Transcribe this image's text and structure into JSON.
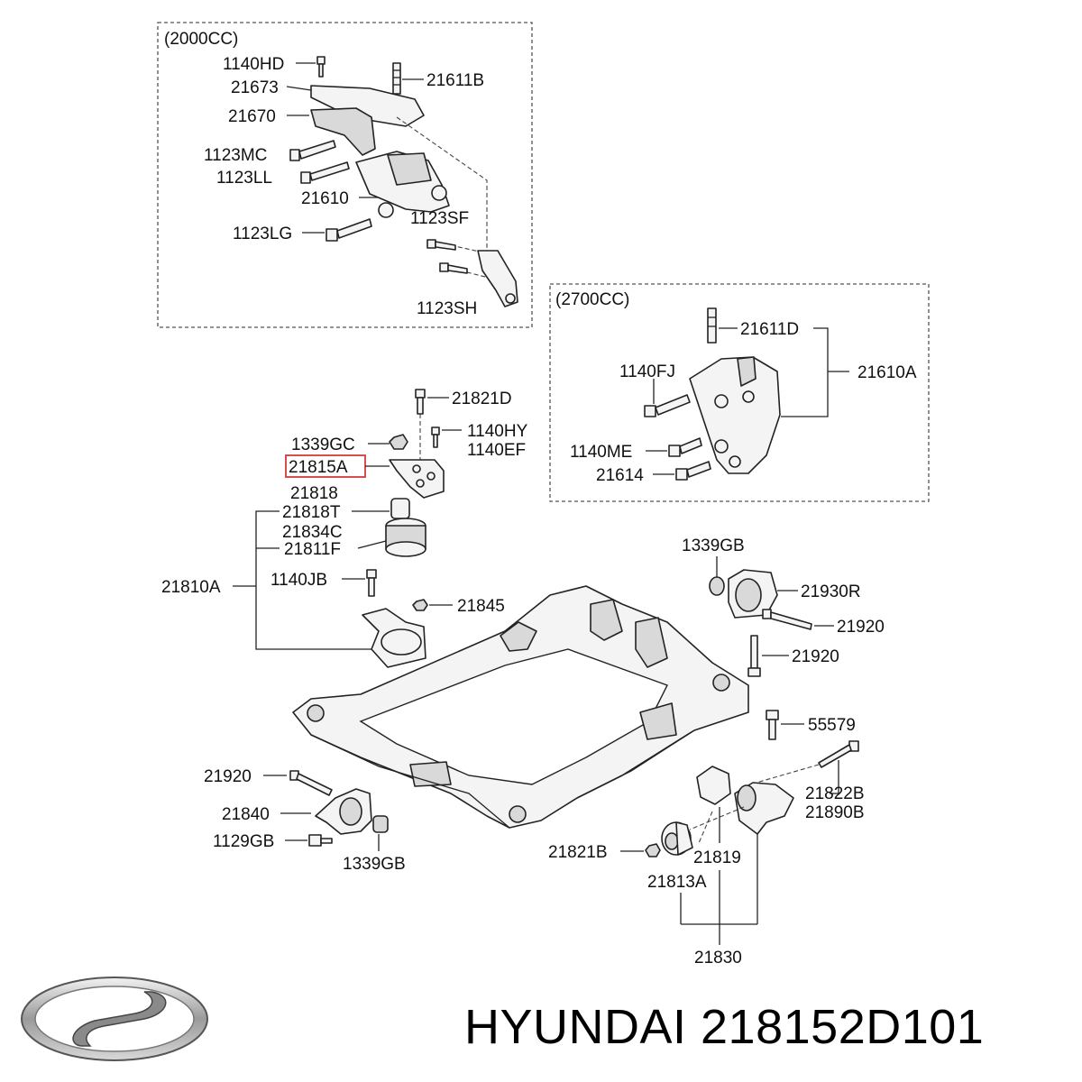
{
  "boxes": {
    "engine_2000": "(2000CC)",
    "engine_2700": "(2700CC)"
  },
  "labels": {
    "p1140HD": "1140HD",
    "p21611B": "21611B",
    "p21673": "21673",
    "p21670": "21670",
    "p1123MC": "1123MC",
    "p1123LL": "1123LL",
    "p21610": "21610",
    "p1123SF": "1123SF",
    "p1123LG": "1123LG",
    "p1123SH": "1123SH",
    "p21611D": "21611D",
    "p1140FJ": "1140FJ",
    "p21610A": "21610A",
    "p1140ME": "1140ME",
    "p21614": "21614",
    "p21821D": "21821D",
    "p1140HY": "1140HY",
    "p1339GC": "1339GC",
    "p1140EF": "1140EF",
    "p21815A": "21815A",
    "p21818": "21818",
    "p21818T": "21818T",
    "p21834C": "21834C",
    "p21811F": "21811F",
    "p21810A": "21810A",
    "p1140JB": "1140JB",
    "p21845": "21845",
    "p1339GB_r": "1339GB",
    "p21930R": "21930R",
    "p21920_a": "21920",
    "p21920_b": "21920",
    "p55579": "55579",
    "p21920_l": "21920",
    "p21840": "21840",
    "p1129GB": "1129GB",
    "p1339GB_b": "1339GB",
    "p21822B": "21822B",
    "p21890B": "21890B",
    "p21821B": "21821B",
    "p21819": "21819",
    "p21813A": "21813A",
    "p21830": "21830"
  },
  "highlighted_part": "21815A",
  "footer": {
    "brand": "HYUNDAI",
    "part_number": "218152D101",
    "title": "HYUNDAI 218152D101"
  },
  "logo": {
    "icon": "hyundai-logo-icon"
  },
  "colors": {
    "highlight": "#d23a3a",
    "line": "#222222"
  }
}
